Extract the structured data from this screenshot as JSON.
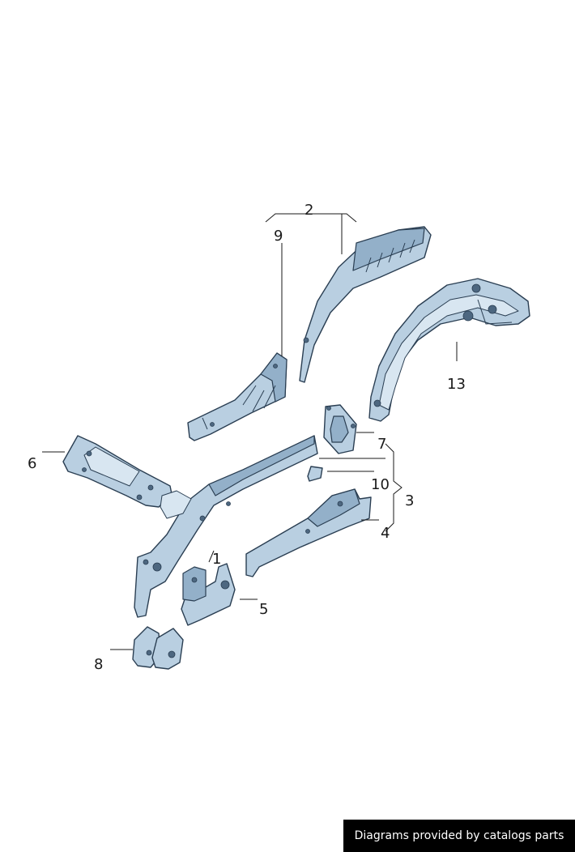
{
  "callouts": [
    {
      "id": "1",
      "label": "1"
    },
    {
      "id": "2",
      "label": "2"
    },
    {
      "id": "3",
      "label": "3"
    },
    {
      "id": "4",
      "label": "4"
    },
    {
      "id": "5",
      "label": "5"
    },
    {
      "id": "6",
      "label": "6"
    },
    {
      "id": "7",
      "label": "7"
    },
    {
      "id": "8",
      "label": "8"
    },
    {
      "id": "9",
      "label": "9"
    },
    {
      "id": "10",
      "label": "10"
    },
    {
      "id": "13",
      "label": "13"
    }
  ],
  "credit": "Diagrams provided by catalogs parts",
  "colors": {
    "part": "#b9cfe1",
    "outline": "#2a3e52",
    "banner": "#000000"
  }
}
